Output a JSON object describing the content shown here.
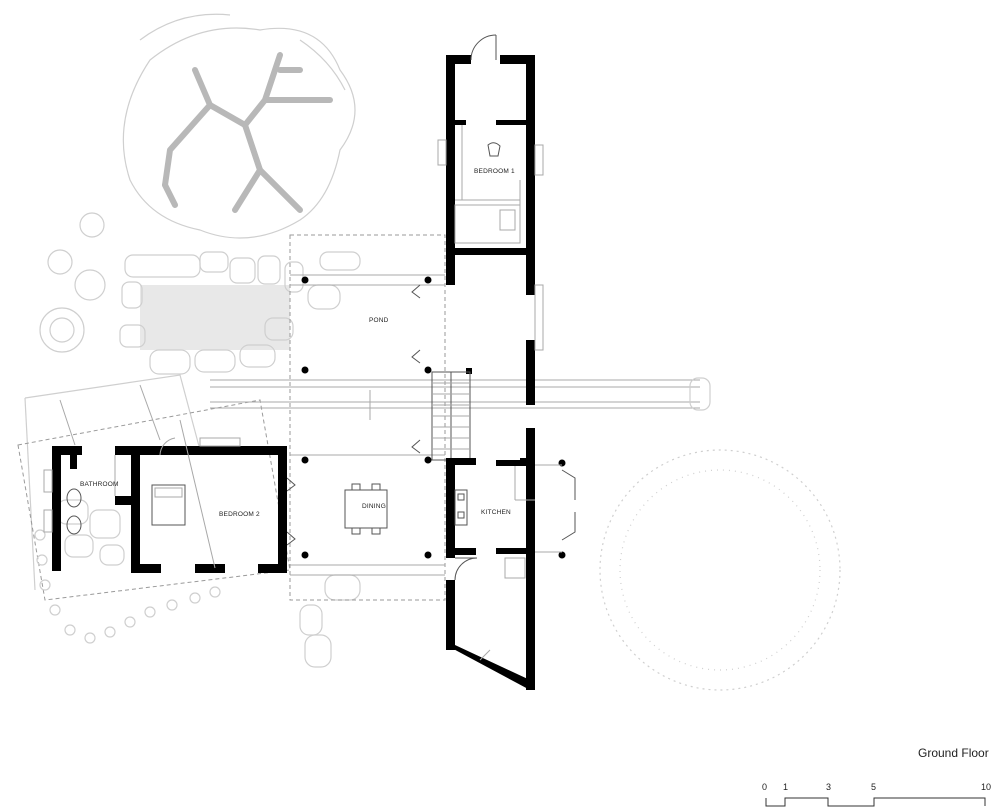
{
  "title": "Ground Floor",
  "rooms": {
    "bedroom1": "BEDROOM 1",
    "bedroom2": "BEDROOM 2",
    "bathroom": "BATHROOM",
    "pond": "POND",
    "dining": "DINING",
    "kitchen": "KITCHEN"
  },
  "scale_bar": {
    "ticks": [
      "0",
      "1",
      "3",
      "5",
      "10"
    ]
  }
}
